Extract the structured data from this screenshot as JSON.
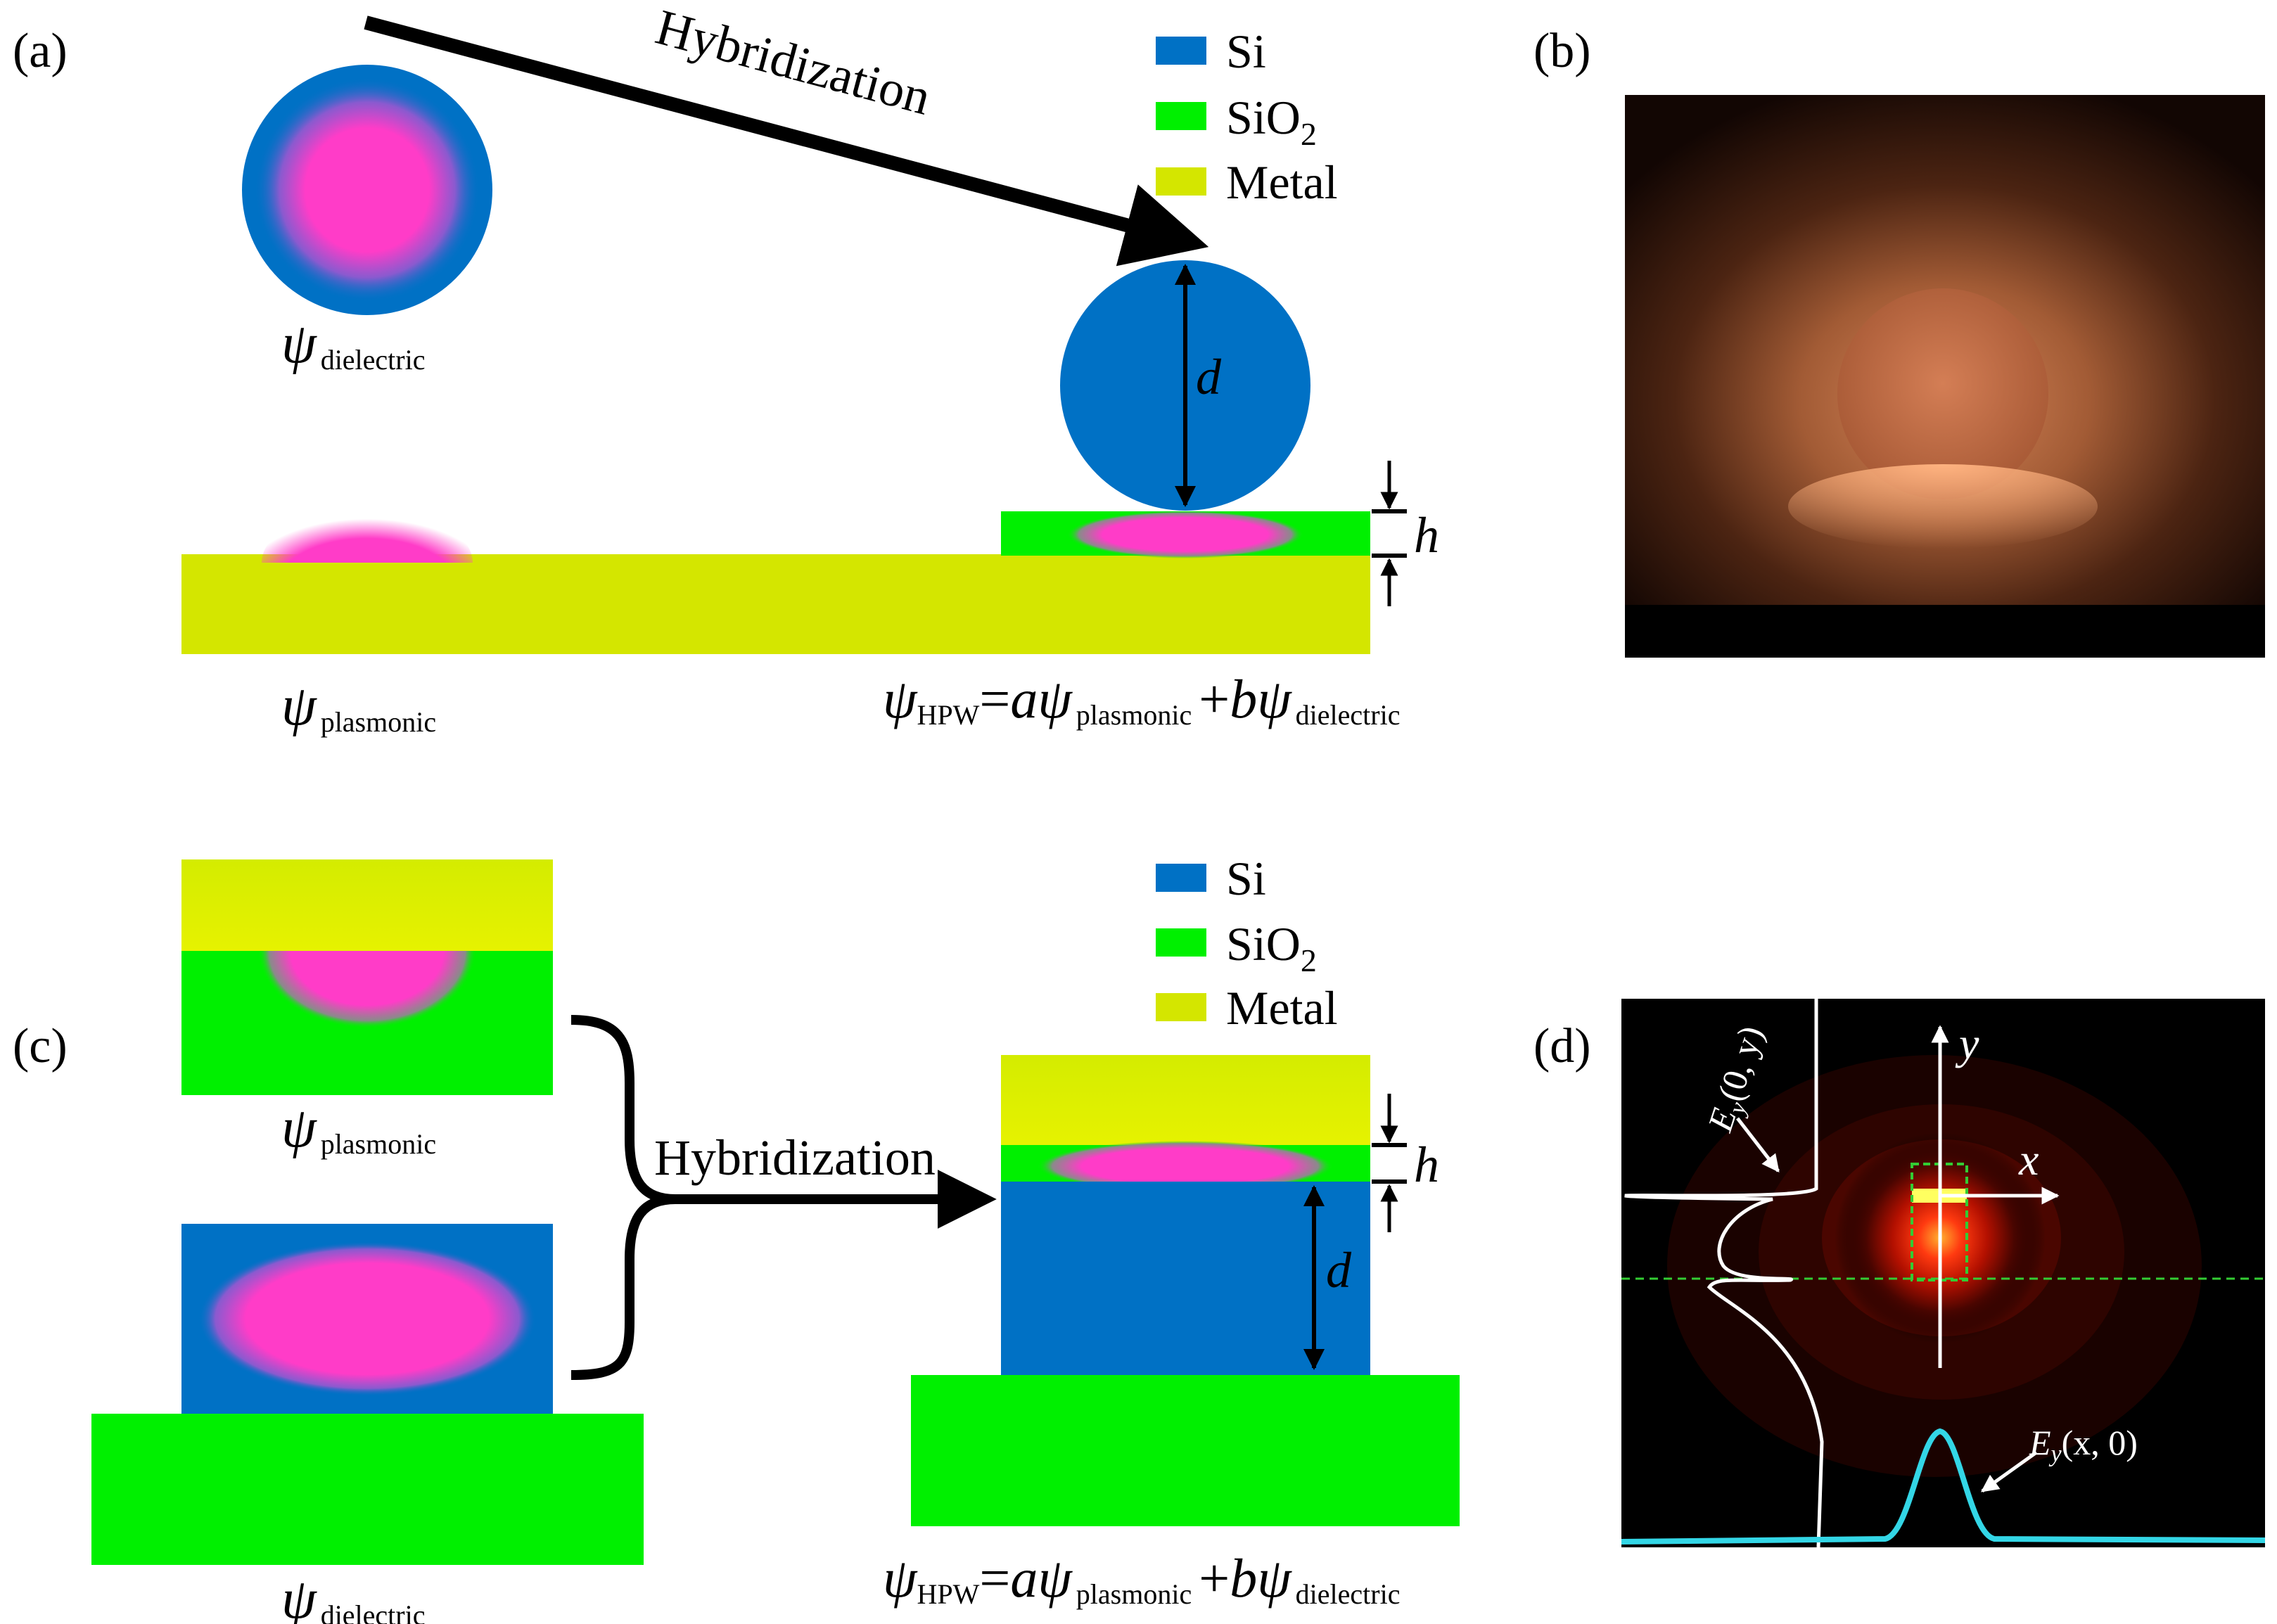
{
  "panel_labels": {
    "a": "(a)",
    "b": "(b)",
    "c": "(c)",
    "d": "(d)"
  },
  "legend": {
    "si": "Si",
    "sio2_main": "SiO",
    "sio2_sub": "2",
    "metal": "Metal"
  },
  "hybridization": "Hybridization",
  "symbols": {
    "psi": "ψ",
    "dielectric": "dielectric",
    "plasmonic": "plasmonic",
    "hpw": "HPW",
    "eq": "=",
    "a": "a",
    "plus": "+",
    "b": "b",
    "d": "d",
    "h": "h",
    "x": "x",
    "y": "y"
  },
  "field_labels": {
    "e": "E",
    "sub_y": "y",
    "ey_0y_arg": "(0, y)",
    "ey_x0_arg": "(x, 0)"
  },
  "colors": {
    "si": "#0071c5",
    "sio2": "#00f000",
    "metal": "#d4e600",
    "mode": "#ff3cc8",
    "profile_x": "#33d6e6",
    "dashed": "#33cc33"
  }
}
